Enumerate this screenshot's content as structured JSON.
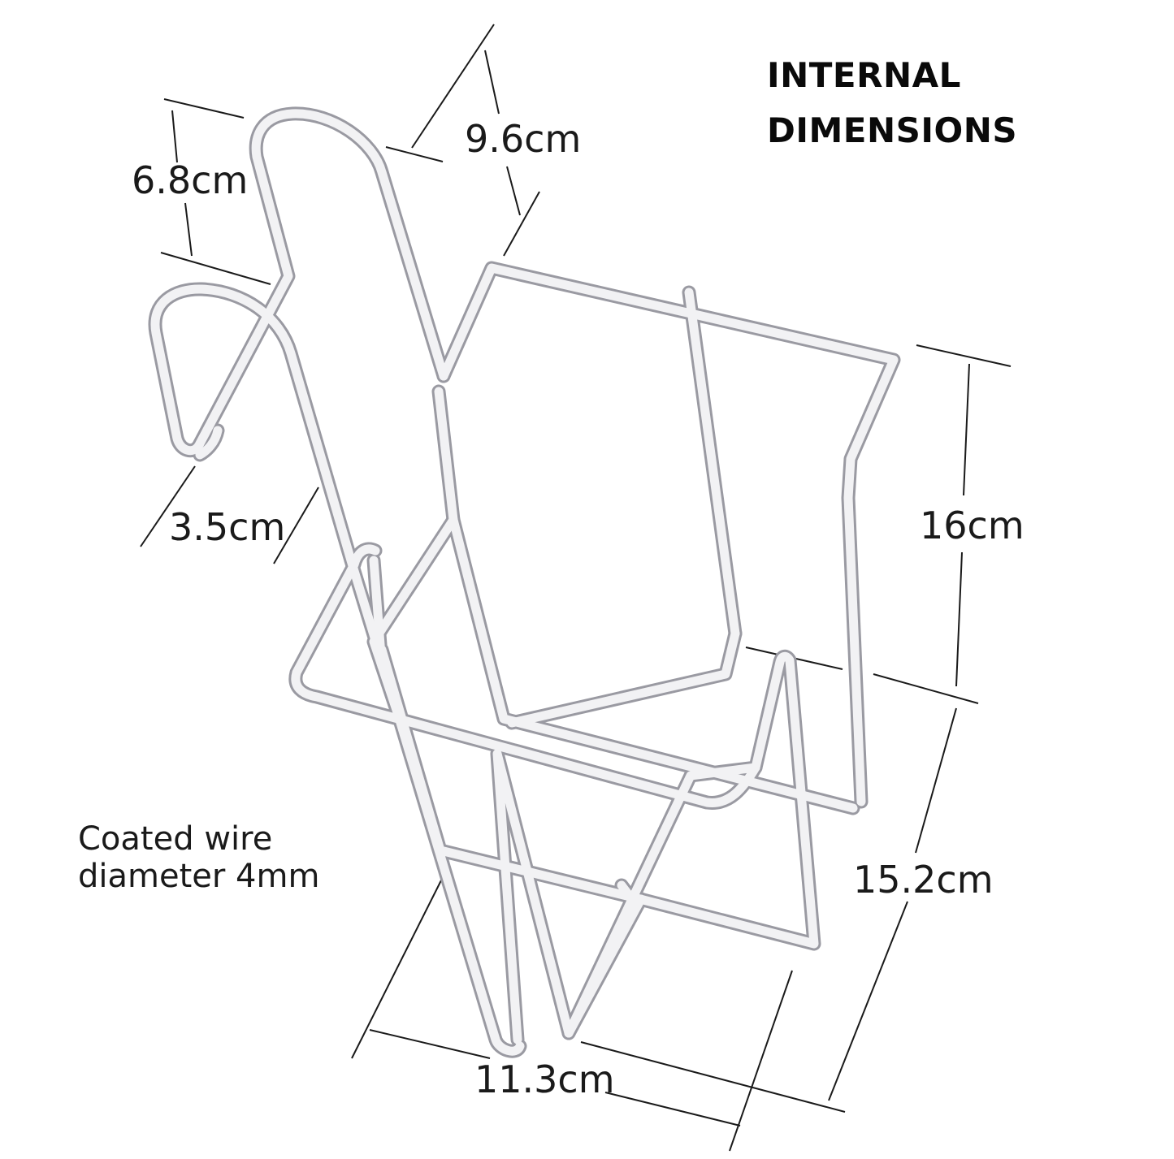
{
  "title": {
    "line1": "INTERNAL",
    "line2": "DIMENSIONS"
  },
  "dimensions": {
    "hook_height": "6.8cm",
    "back_width": "9.6cm",
    "hook_depth": "3.5cm",
    "height": "16cm",
    "base_depth": "15.2cm",
    "base_width": "11.3cm"
  },
  "note": {
    "line1": "Coated wire",
    "line2": "diameter 4mm"
  },
  "colors": {
    "wire_fill": "#f2f2f4",
    "wire_outline": "#9a9aa2",
    "dimension_line": "#1a1a1a",
    "background": "#ffffff"
  }
}
